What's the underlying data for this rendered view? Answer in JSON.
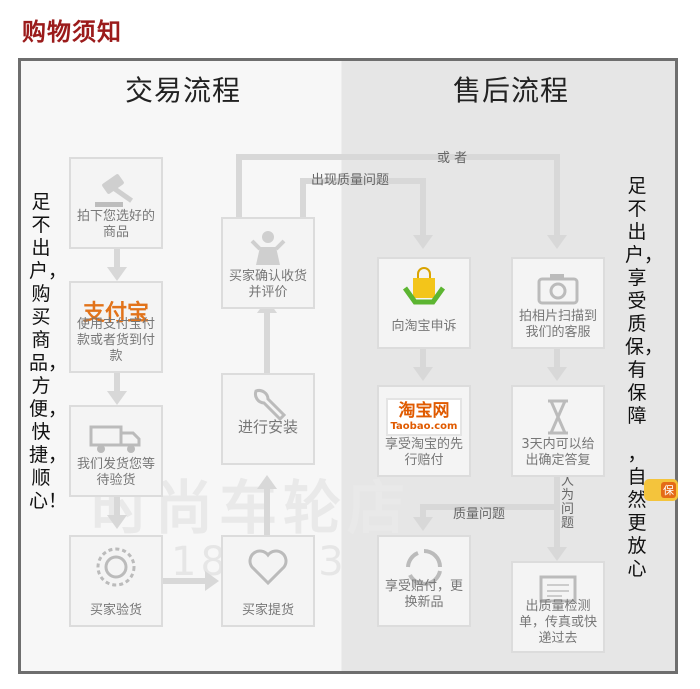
{
  "page_title": "购物须知",
  "sections": {
    "trade": "交易流程",
    "after_sale": "售后流程"
  },
  "left_slogan": "足不出户，购买商品，方便，快捷，顺心！",
  "right_slogan_1": "足不出户，享受质保，有保障",
  "right_slogan_2": "，自然更放心",
  "badge": "保",
  "zfb_logo": "支付宝",
  "taobao_logo_cn": "淘宝网",
  "taobao_logo_en": "Taobao.com",
  "steps": {
    "s1": "拍下您选好的商品",
    "s2": "使用支付宝付款或者货到付款",
    "s3": "我们发货您等待验货",
    "s4": "买家验货",
    "s5": "买家提货",
    "s6": "进行安装",
    "s7": "买家确认收货并评价",
    "a1": "向淘宝申诉",
    "a2": "拍相片扫描到我们的客服",
    "a3": "享受淘宝的先行赔付",
    "a4": "3天内可以给出确定答复",
    "a5": "享受赔付，更换新品",
    "a6": "出质量检测单，传真或快递过去"
  },
  "edge_labels": {
    "or": "或 者",
    "quality_issue_top": "出现质量问题",
    "quality_issue_mid": "质量问题",
    "human_issue": "人为问题"
  },
  "watermark": {
    "text": "时尚车轮店",
    "phone": "18122384225"
  },
  "colors": {
    "title": "#9b1b1b",
    "frame": "#6e6e6e",
    "arrow": "#d8d8d8"
  }
}
